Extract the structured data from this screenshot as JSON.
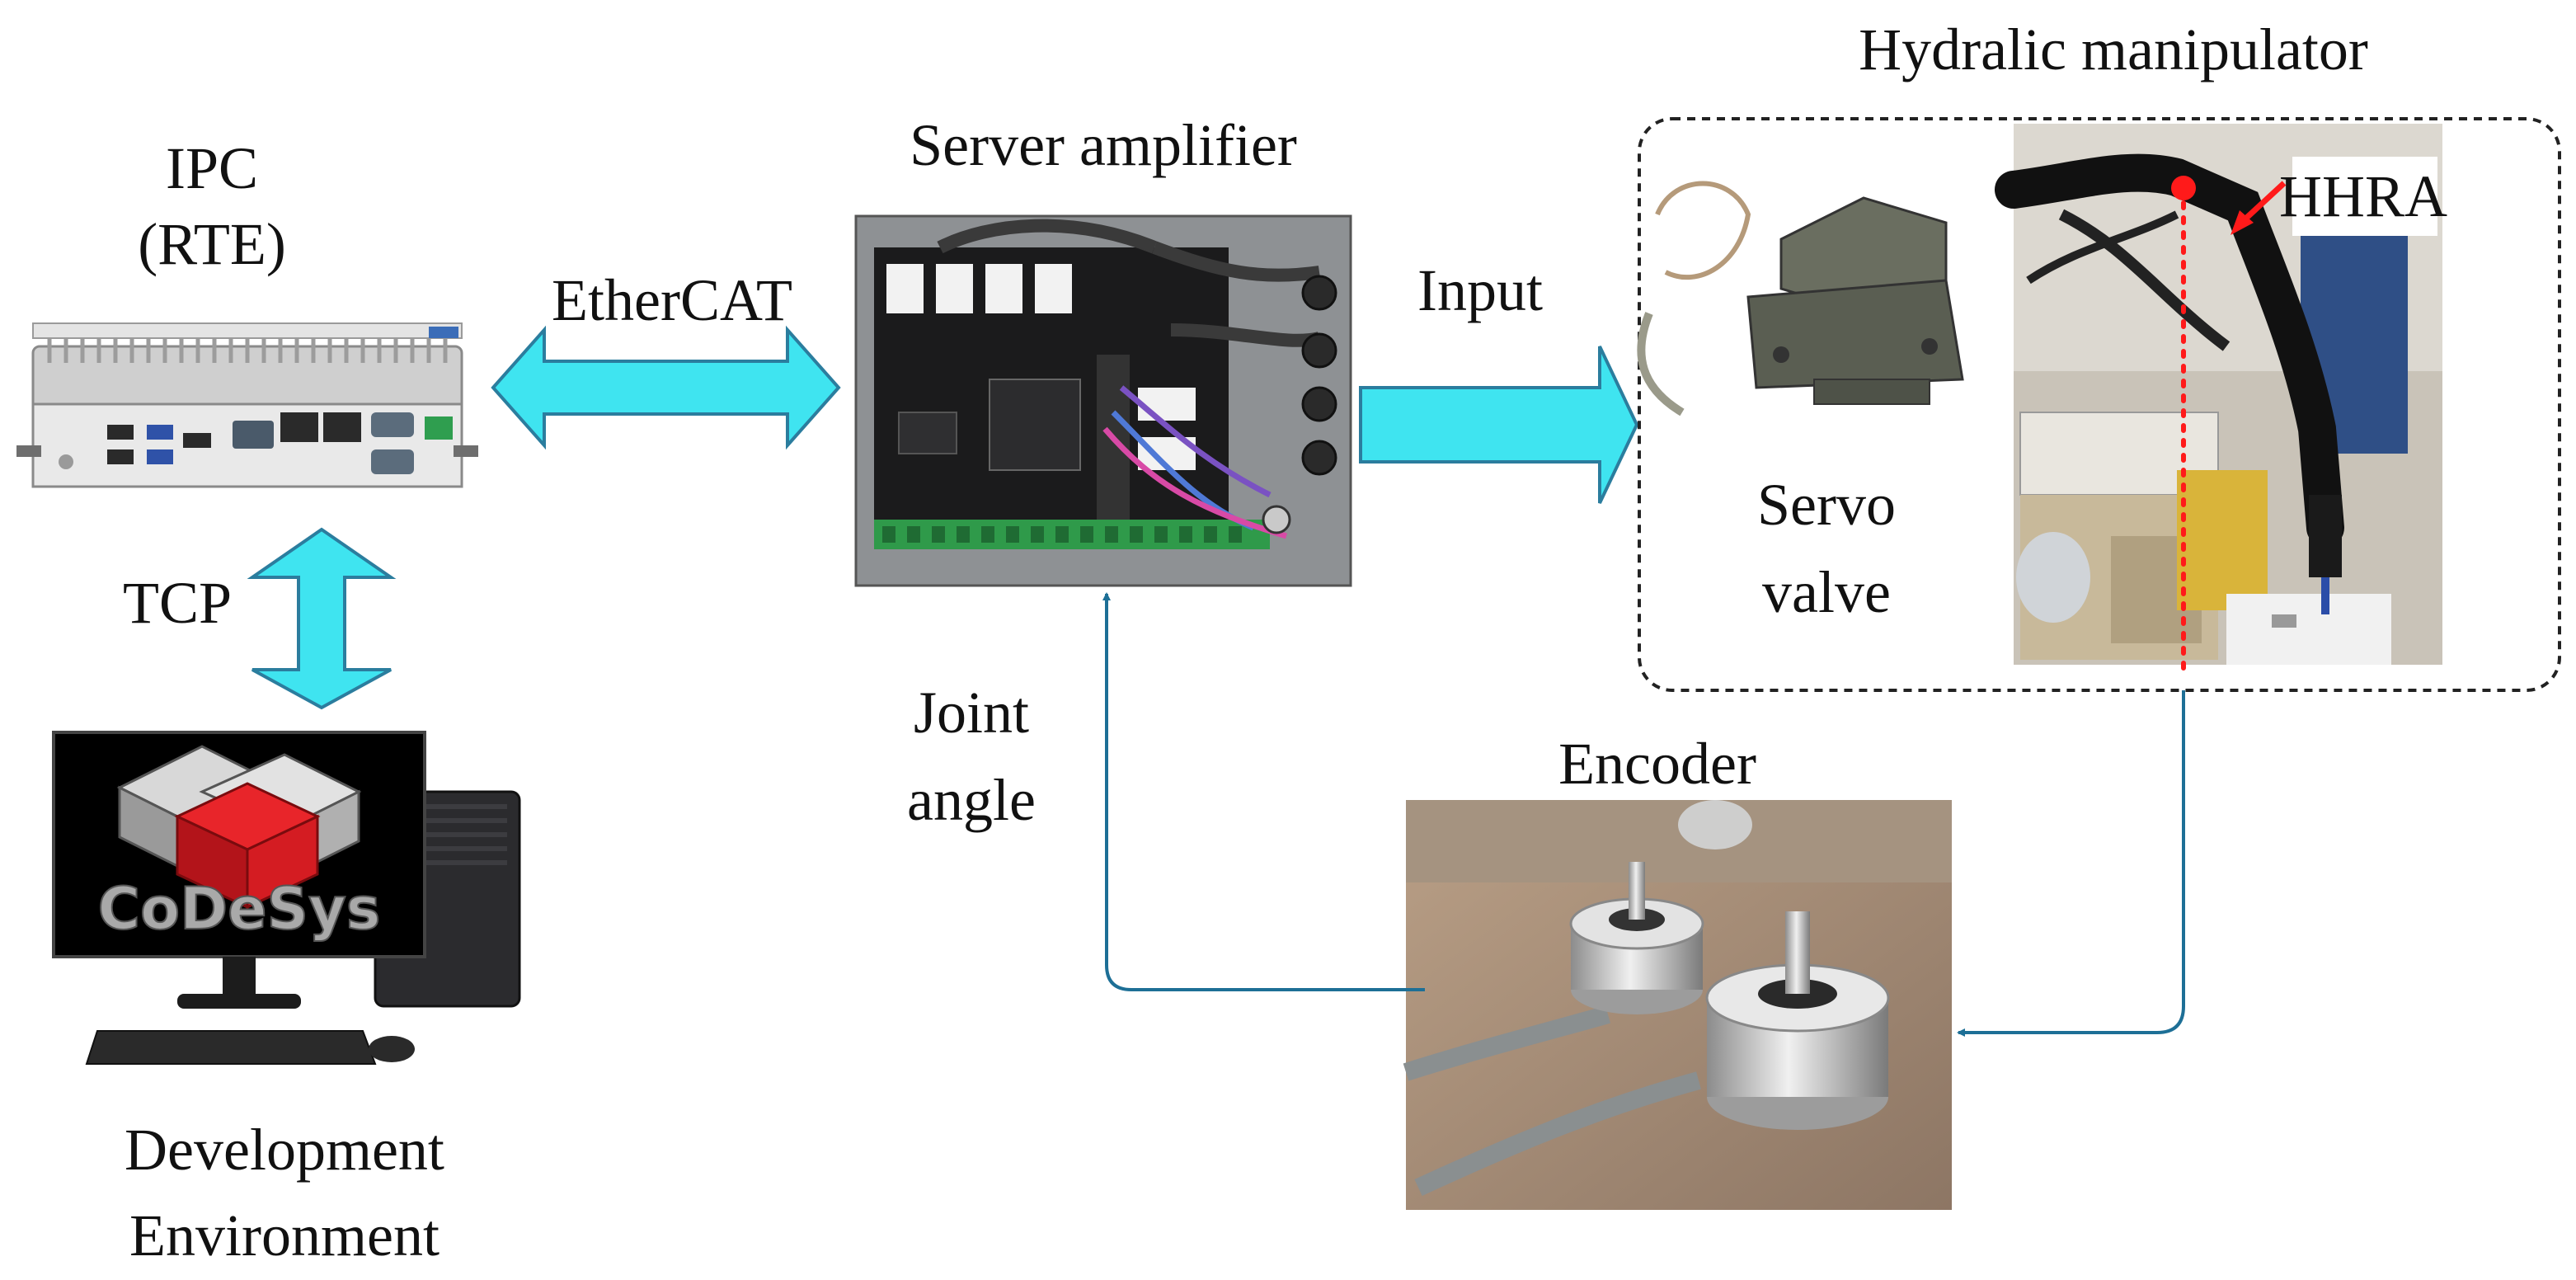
{
  "labels": {
    "ipc_line1": "IPC",
    "ipc_line2": "(RTE)",
    "ethercat": "EtherCAT",
    "tcp": "TCP",
    "server_amplifier": "Server amplifier",
    "input": "Input",
    "hydraulic_manipulator": "Hydralic manipulator",
    "hhra": "HHRA",
    "servo_line1": "Servo",
    "servo_line2": "valve",
    "joint_line1": "Joint",
    "joint_line2": "angle",
    "encoder": "Encoder",
    "devenv_line1": "Development",
    "devenv_line2": "Environment",
    "codesys_logo": "CoDeSys"
  },
  "colors": {
    "arrow_fill": "#3fe4f0",
    "arrow_stroke": "#2b7d9e",
    "feedback_line": "#1d6f96",
    "marker_red": "#ff1a1a",
    "board_bg": "#1b1b1c",
    "box_border": "#222222"
  },
  "icons": {
    "ipc": "industrial-pc-icon",
    "pc": "desktop-computer-icon",
    "amplifier": "circuit-board-icon",
    "valve": "servo-valve-icon",
    "arm": "robotic-arm-icon",
    "encoder": "rotary-encoder-icon"
  }
}
